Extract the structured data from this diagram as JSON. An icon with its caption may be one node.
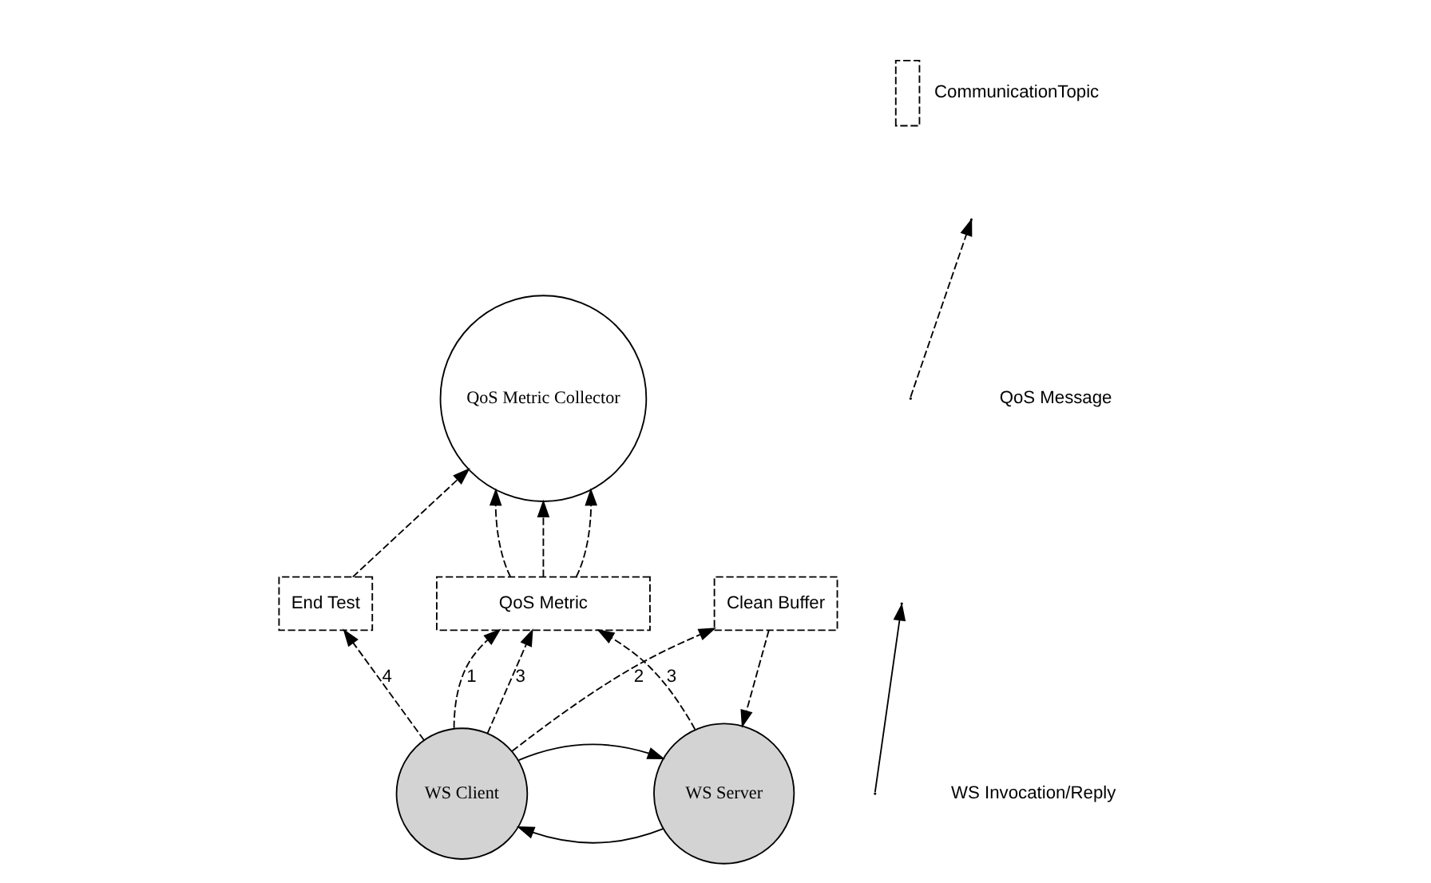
{
  "diagram": {
    "nodes": [
      {
        "text": [
          "QoS Metric Collector"
        ]
      },
      {
        "text": [
          "End Test"
        ]
      },
      {
        "text": [
          "QoS Metric"
        ]
      },
      {
        "text": [
          "Clean Buffer"
        ]
      },
      {
        "text": [
          "WS Client"
        ]
      },
      {
        "text": [
          "WS Server"
        ]
      }
    ],
    "edges": [
      {
        "from": 1,
        "to": 0,
        "arrow": "to",
        "style": "dashed"
      },
      {
        "from": 2,
        "to": 0,
        "arrow": "to",
        "style": "dashed"
      },
      {
        "from": 2,
        "to": 0,
        "arrow": "to",
        "style": "dashed"
      },
      {
        "from": 2,
        "to": 0,
        "arrow": "to",
        "style": "dashed"
      },
      {
        "from": 4,
        "to": 1,
        "arrow": "to",
        "style": "dashed",
        "label": "4"
      },
      {
        "from": 4,
        "to": 2,
        "arrow": "to",
        "style": "dashed",
        "label": "1"
      },
      {
        "from": 4,
        "to": 2,
        "arrow": "to",
        "style": "dashed",
        "label": "3"
      },
      {
        "from": 4,
        "to": 3,
        "arrow": "to",
        "style": "dashed",
        "label": "2"
      },
      {
        "from": 3,
        "to": 5,
        "arrow": "to",
        "style": "dashed"
      },
      {
        "from": 5,
        "to": 2,
        "arrow": "to",
        "style": "dashed",
        "label": "3"
      },
      {
        "from": 4,
        "to": 5,
        "arrow": "to"
      },
      {
        "from": 5,
        "to": 4,
        "arrow": "to"
      }
    ],
    "legend": [
      {
        "text": "CommunicationTopic"
      },
      {
        "text": "QoS Message"
      },
      {
        "text": "WS Invocation/Reply"
      }
    ]
  }
}
